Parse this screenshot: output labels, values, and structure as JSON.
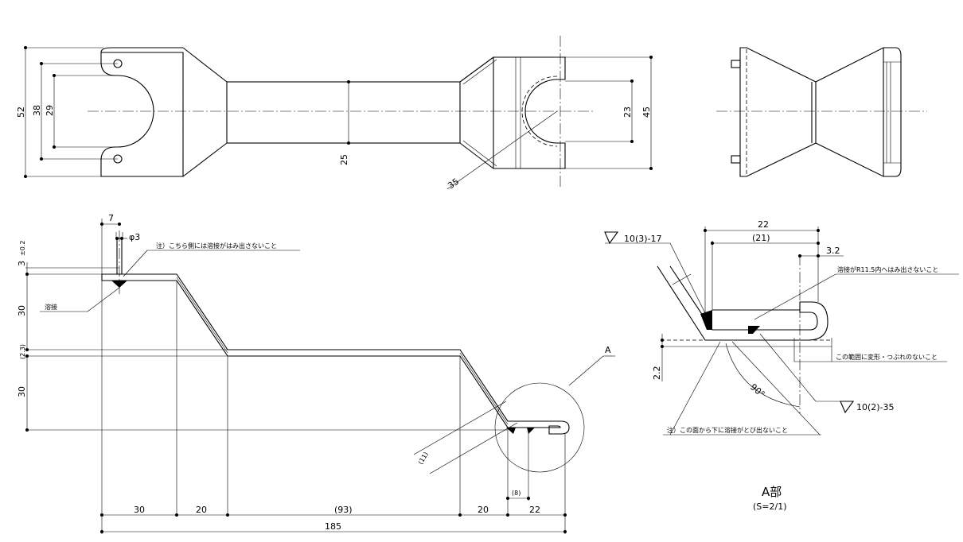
{
  "top_view": {
    "dims": {
      "d52": "52",
      "d38": "38",
      "d29": "29",
      "d25": "25",
      "d35": "35",
      "d23": "23",
      "d45": "45"
    }
  },
  "side_view": {
    "dims": {
      "d7": "7",
      "phi3": "φ3",
      "thk": "3",
      "thk_tol": "±0.2",
      "h30a": "30",
      "t23": "(2.3)",
      "h30b": "30",
      "d11": "(11)",
      "d8": "(8)",
      "b30": "30",
      "b20a": "20",
      "b93": "(93)",
      "b20b": "20",
      "b22": "22",
      "b185": "185"
    },
    "notes": {
      "weld": "溶接",
      "no_weld_side": "注）こちら側には溶接がはみ出さないこと"
    },
    "label_a": "A"
  },
  "detail": {
    "dims": {
      "d22": "22",
      "d21": "(21)",
      "d32": "3.2",
      "d22v": "2.2",
      "ang": "90°"
    },
    "weld_top": "10(3)-17",
    "weld_bottom": "10(2)-35",
    "notes": {
      "r115": "溶接がR11.5内へはみ出さないこと",
      "deform": "この範囲に変形・つぶれのないこと",
      "below": "注）この面から下に溶接がとび出ないこと"
    },
    "title": "A部",
    "scale": "(S=2/1)"
  }
}
